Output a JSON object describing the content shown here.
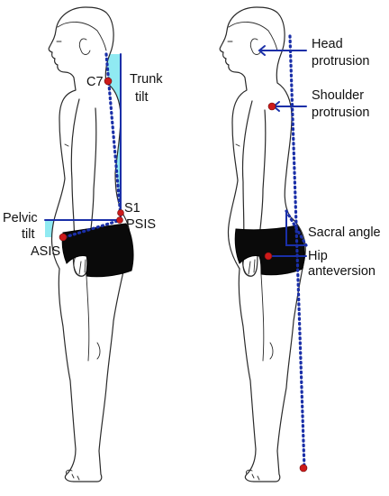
{
  "colors": {
    "reference_line": "#1a2fa8",
    "landmark_dot": "#cc1a1a",
    "angle_fill_light": "#7de6f0",
    "angle_fill_dark": "#3aa9a0",
    "shorts": "#0a0a0a"
  },
  "left_panel": {
    "labels": {
      "c7": "C7",
      "trunk": "Trunk",
      "tilt": "tilt",
      "s1": "S1",
      "psis": "PSIS",
      "pelvic": "Pelvic",
      "pelvic_tilt": "tilt",
      "asis": "ASIS"
    }
  },
  "right_panel": {
    "labels": {
      "head": "Head",
      "head_protrusion": "protrusion",
      "shoulder": "Shoulder",
      "shoulder_protrusion": "protrusion",
      "sacral_angle": "Sacral angle",
      "hip": "Hip",
      "hip_anteversion": "anteversion"
    }
  }
}
